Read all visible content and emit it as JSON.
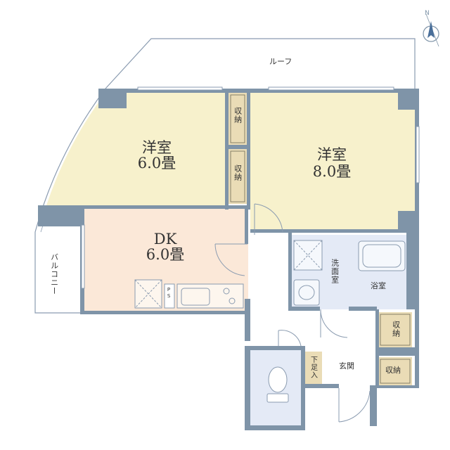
{
  "floor_plan": {
    "rooms": {
      "roof": "ルーフ",
      "western_room_1": {
        "name": "洋室",
        "size": "6.0畳"
      },
      "western_room_2": {
        "name": "洋室",
        "size": "8.0畳"
      },
      "dk": {
        "name": "DK",
        "size": "6.0畳"
      },
      "balcony": "バルコニー",
      "washroom": "洗面室",
      "bathroom": "浴室",
      "entrance": "玄関",
      "shoe_storage": "下足入",
      "storage_label": "収納",
      "pipe_space": "PS"
    },
    "compass_label": "N",
    "colors": {
      "wall": "#7f94a8",
      "western_floor": "#f7f1cc",
      "dk_floor": "#fbe8d8",
      "wet_floor": "#e4eaf6",
      "storage_floor": "#eadcb6",
      "outline": "#8a9bb0"
    }
  }
}
